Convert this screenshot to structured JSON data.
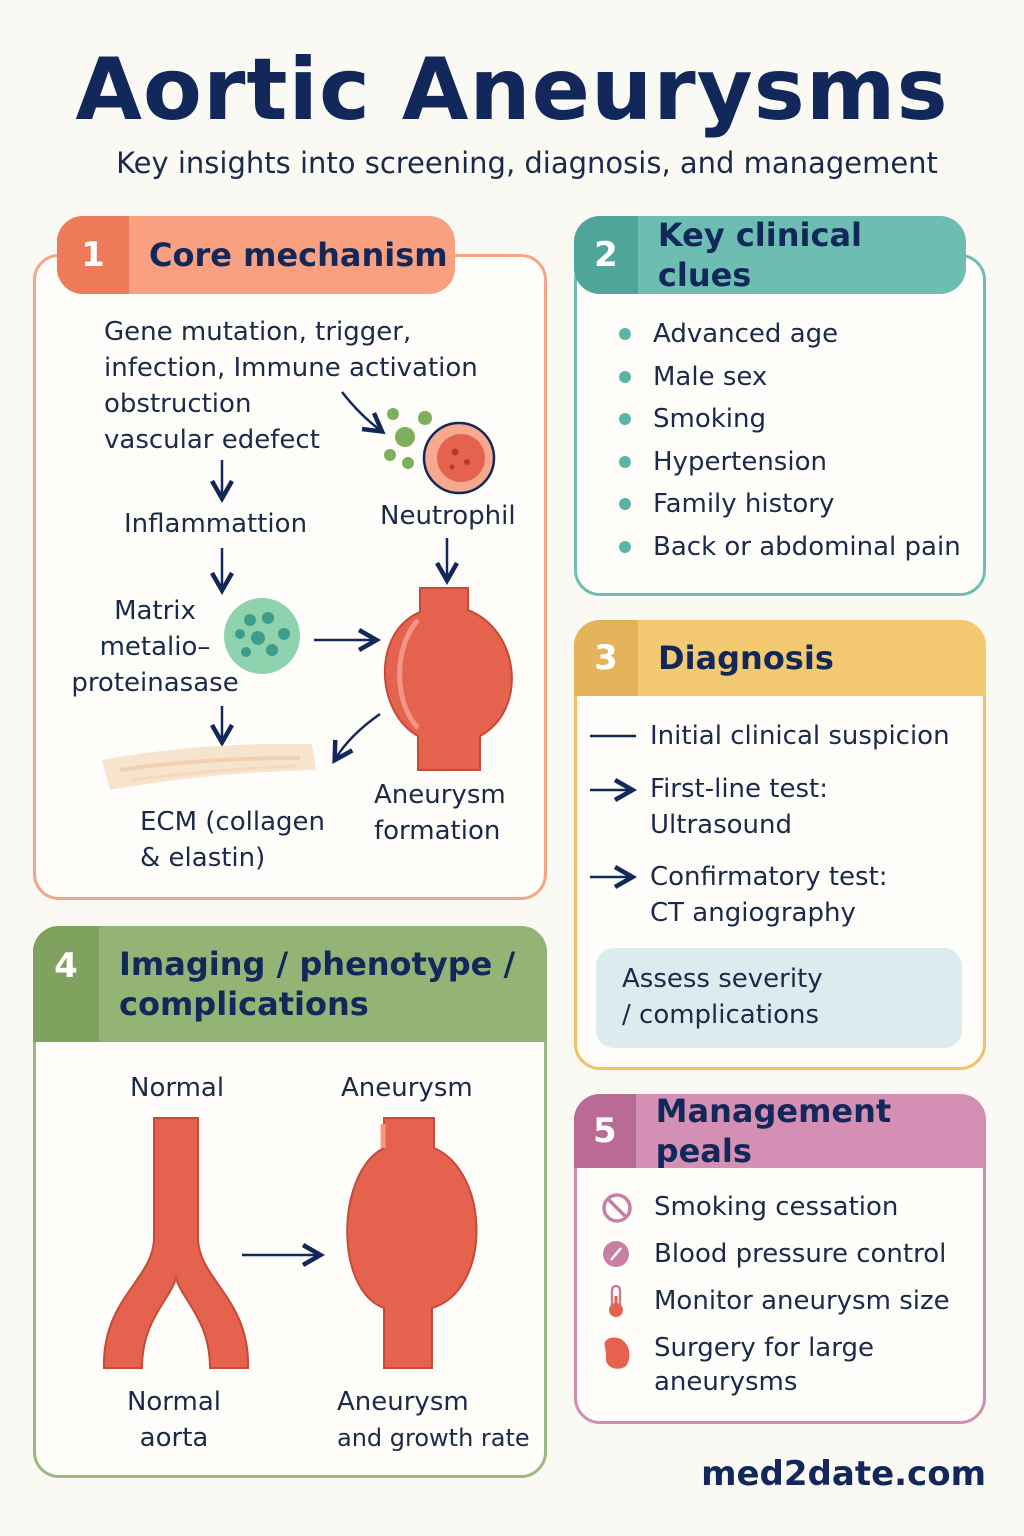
{
  "header": {
    "title": "Aortic Aneurysms",
    "subtitle": "Key insights into screening, diagnosis, and management"
  },
  "panels": {
    "p1": {
      "number": "1",
      "title": "Core mechanism",
      "cause_lines": [
        "Gene mutation, trigger,",
        "infection, Immune activation",
        "obstruction",
        "vascular edefect"
      ],
      "inflammation": "Inflammattion",
      "neutrophil": "Neutrophil",
      "mmp_lines": [
        "Matrix",
        "metalio–",
        "proteinasase"
      ],
      "ecm_lines": [
        "ECM (collagen",
        "& elastin)"
      ],
      "aneurysm_lines": [
        "Aneurysm",
        "formation"
      ]
    },
    "p2": {
      "number": "2",
      "title": "Key clinical clues",
      "items": [
        "Advanced age",
        "Male sex",
        "Smoking",
        "Hypertension",
        "Family history",
        "Back or abdominal pain"
      ]
    },
    "p3": {
      "number": "3",
      "title": "Diagnosis",
      "step1": "Initial clinical suspicion",
      "step2_lines": [
        "First-line test:",
        "Ultrasound"
      ],
      "step3_lines": [
        "Confirmatory test:",
        "CT angiography"
      ],
      "box_lines": [
        "Assess severity",
        "/ complications"
      ]
    },
    "p4": {
      "number": "4",
      "title_lines": [
        "Imaging / phenotype /",
        "complications"
      ],
      "normal_top": "Normal",
      "aneurysm_top": "Aneurysm",
      "normal_bottom": [
        "Normal",
        "aorta"
      ],
      "aneurysm_bottom": [
        "Aneurysm",
        "and growth rate"
      ]
    },
    "p5": {
      "number": "5",
      "title": "Management peals",
      "items": [
        "Smoking cessation",
        "Blood pressure control",
        "Monitor aneurysm size"
      ],
      "item4_lines": [
        "Surgery for large",
        "aneurysms"
      ]
    }
  },
  "footer": {
    "site": "med2date.com"
  },
  "colors": {
    "p1": "#f08d6e",
    "p2": "#5db3a8",
    "p3": "#f0c265",
    "p4": "#8fb070",
    "p5": "#c77fa6",
    "vessel": "#e4624e",
    "navy": "#13285a"
  }
}
